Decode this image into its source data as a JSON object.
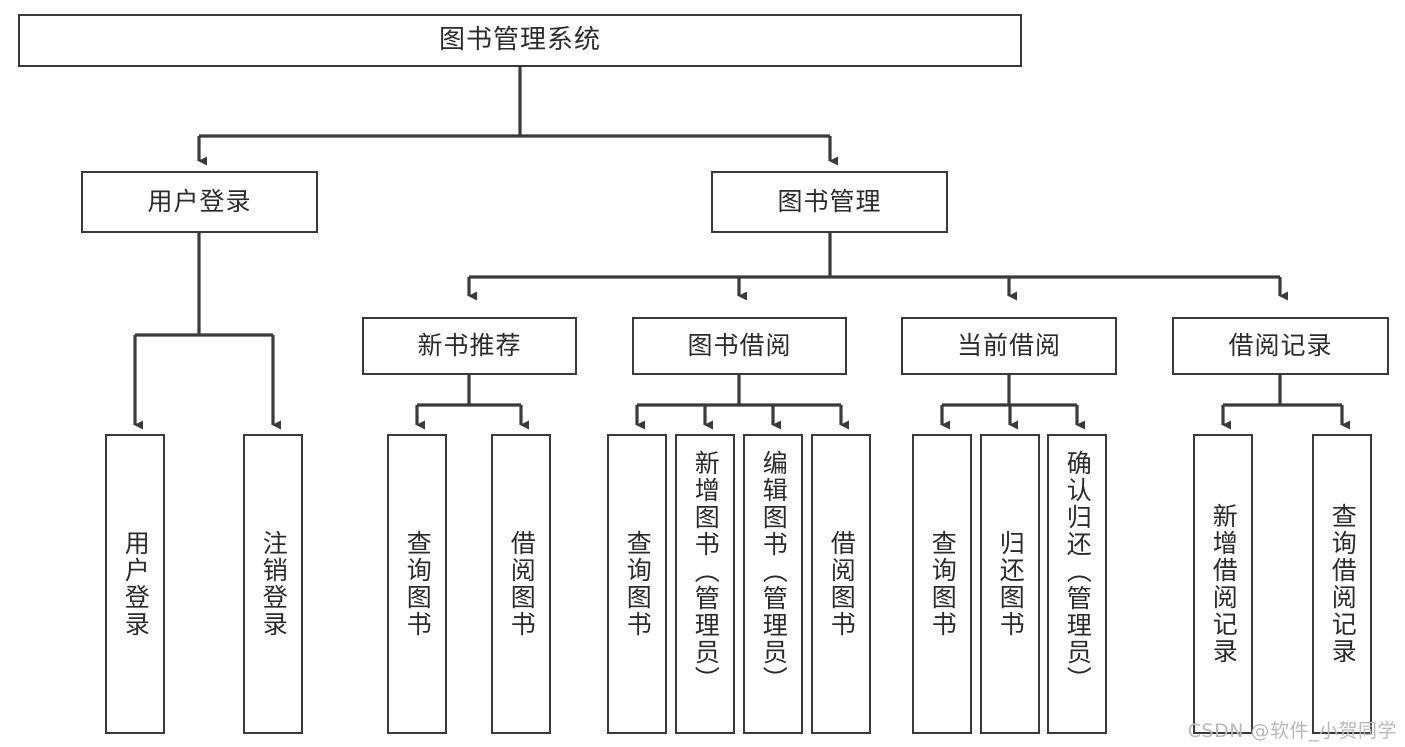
{
  "diagram": {
    "title": "图书管理系统",
    "type": "tree-hierarchy-chart",
    "levels": {
      "root": {
        "label": "图书管理系统"
      },
      "level2": [
        {
          "id": "user-login",
          "label": "用户登录"
        },
        {
          "id": "book-management",
          "label": "图书管理"
        }
      ],
      "level3": [
        {
          "id": "new-book-recommend",
          "label": "新书推荐"
        },
        {
          "id": "book-borrow",
          "label": "图书借阅"
        },
        {
          "id": "current-borrow",
          "label": "当前借阅"
        },
        {
          "id": "borrow-record",
          "label": "借阅记录"
        }
      ],
      "leaves": {
        "user_login": [
          {
            "id": "leaf-user-login",
            "label": "用户登录"
          },
          {
            "id": "leaf-logout-login",
            "label": "注销登录"
          }
        ],
        "new_book_recommend": [
          {
            "id": "leaf-query-book-1",
            "label": "查询图书"
          },
          {
            "id": "leaf-borrow-book-1",
            "label": "借阅图书"
          }
        ],
        "book_borrow": [
          {
            "id": "leaf-query-book-2",
            "label": "查询图书"
          },
          {
            "id": "leaf-add-book",
            "label": "新增图书（管理员）"
          },
          {
            "id": "leaf-edit-book",
            "label": "编辑图书（管理员）"
          },
          {
            "id": "leaf-borrow-book-2",
            "label": "借阅图书"
          }
        ],
        "current_borrow": [
          {
            "id": "leaf-query-book-3",
            "label": "查询图书"
          },
          {
            "id": "leaf-return-book",
            "label": "归还图书"
          },
          {
            "id": "leaf-confirm-return",
            "label": "确认归还（管理员）"
          }
        ],
        "borrow_record": [
          {
            "id": "leaf-add-borrow-record",
            "label": "新增借阅记录"
          },
          {
            "id": "leaf-query-borrow-record",
            "label": "查询借阅记录"
          }
        ]
      }
    },
    "colors": {
      "stroke": "#3a3a3a",
      "fill": "#ffffff",
      "text": "#2b2b2b",
      "watermark": "#b9b9b9"
    }
  },
  "watermark": {
    "text": "CSDN @软件_小贺同学"
  }
}
